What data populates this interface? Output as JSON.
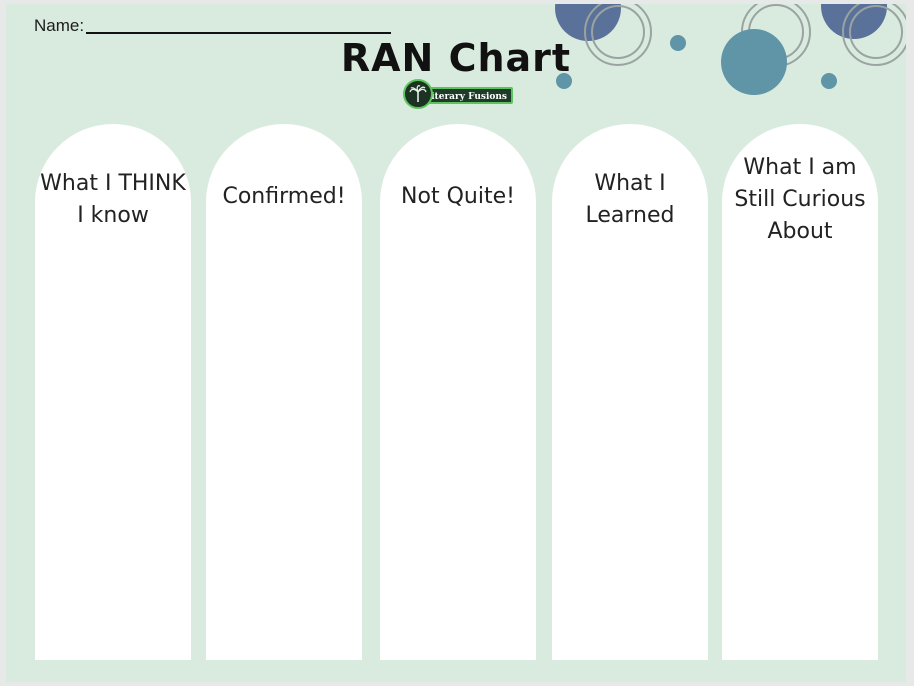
{
  "worksheet": {
    "name_label": "Name:",
    "title": "RAN Chart",
    "logo_text": "Literary Fusions",
    "columns": [
      {
        "label_lines": [
          "What I THINK",
          "I know"
        ]
      },
      {
        "label_lines": [
          "Confirmed!"
        ]
      },
      {
        "label_lines": [
          "Not Quite!"
        ]
      },
      {
        "label_lines": [
          "What I",
          "Learned"
        ]
      },
      {
        "label_lines": [
          "What I am",
          "Still Curious",
          "About"
        ]
      }
    ]
  },
  "colors": {
    "background": "#d9ebdf",
    "column_fill": "#ffffff",
    "dot_navy": "#5a7199",
    "dot_teal": "#5f95a6",
    "ring_gray": "#9aa3a2"
  }
}
